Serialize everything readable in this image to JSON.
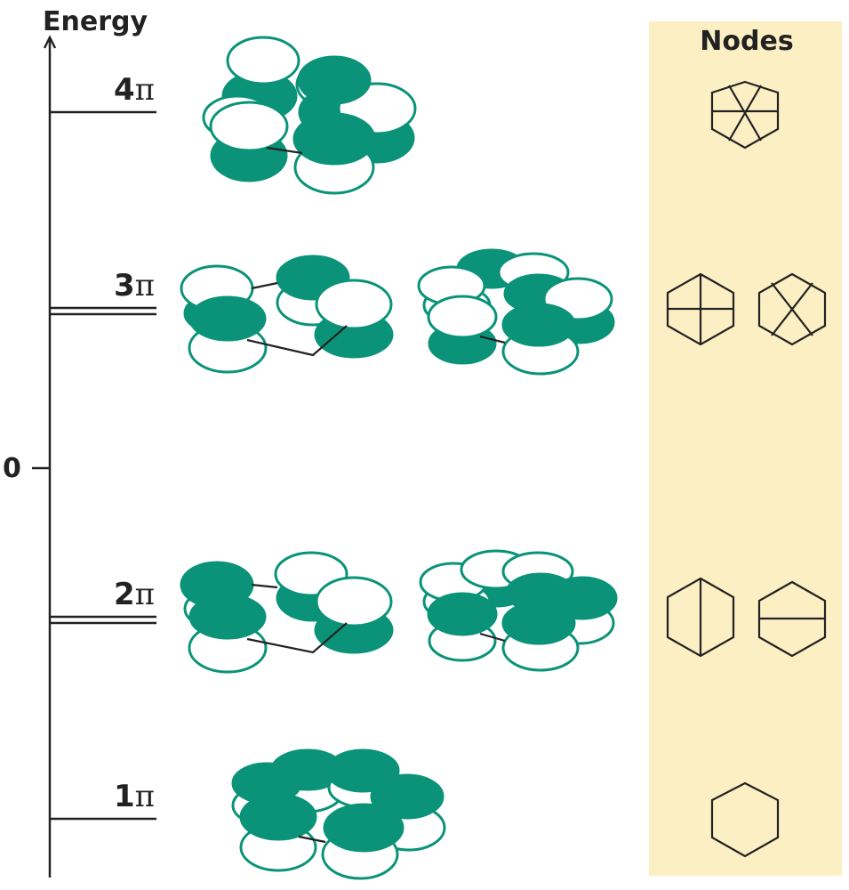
{
  "axis": {
    "label": "Energy",
    "zero_label": "0"
  },
  "nodes_panel": {
    "title": "Nodes",
    "background": "#fcefc4"
  },
  "colors": {
    "lobe_filled": "#0a9378",
    "lobe_outline": "#0a9378",
    "lines": "#222222"
  },
  "levels": [
    {
      "id": "4pi",
      "number": "4",
      "symbol": "π",
      "degenerate": false,
      "node_icons": [
        "hexagon-three-nodes-icon"
      ]
    },
    {
      "id": "3pi",
      "number": "3",
      "symbol": "π",
      "degenerate": true,
      "node_icons": [
        "hexagon-two-nodes-cross-icon",
        "hexagon-two-nodes-x-icon"
      ]
    },
    {
      "id": "2pi",
      "number": "2",
      "symbol": "π",
      "degenerate": true,
      "node_icons": [
        "hexagon-vertical-node-icon",
        "hexagon-horizontal-node-icon"
      ]
    },
    {
      "id": "1pi",
      "number": "1",
      "symbol": "π",
      "degenerate": false,
      "node_icons": [
        "hexagon-no-nodes-icon"
      ]
    }
  ]
}
